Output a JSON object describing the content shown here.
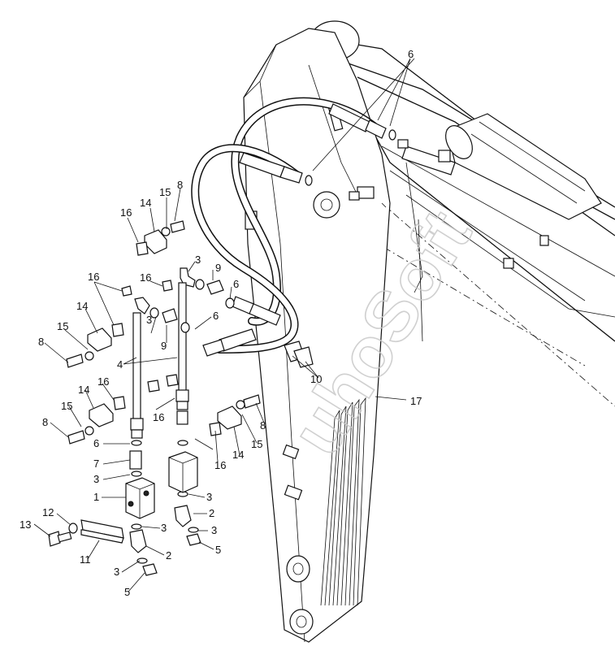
{
  "diagram": {
    "watermark": "uhoSoft",
    "callouts": {
      "c1": "1",
      "c2a": "2",
      "c2b": "2",
      "c3a": "3",
      "c3b": "3",
      "c3c": "3",
      "c3d": "3",
      "c3e": "3",
      "c3f": "3",
      "c3g": "3",
      "c4": "4",
      "c5a": "5",
      "c5b": "5",
      "c6a": "6",
      "c6b": "6",
      "c6c": "6",
      "c6d": "6",
      "c7": "7",
      "c8a": "8",
      "c8b": "8",
      "c8c": "8",
      "c8d": "8",
      "c9a": "9",
      "c9b": "9",
      "c10": "10",
      "c11": "11",
      "c12": "12",
      "c13": "13",
      "c14a": "14",
      "c14b": "14",
      "c14c": "14",
      "c14d": "14",
      "c15a": "15",
      "c15b": "15",
      "c15c": "15",
      "c15d": "15",
      "c16a": "16",
      "c16b": "16",
      "c16c": "16",
      "c16d": "16",
      "c16e": "16",
      "c16f": "16",
      "c17": "17"
    }
  }
}
